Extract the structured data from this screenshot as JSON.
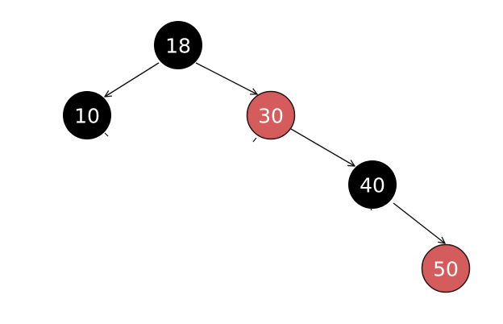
{
  "tree": {
    "colors": {
      "black": "#000000",
      "red": "#d45c5c",
      "red_stroke": "#2a1414",
      "label": "#ffffff",
      "edge": "#111111"
    },
    "nodes": [
      {
        "id": "n18",
        "label": "18",
        "color": "black"
      },
      {
        "id": "n10",
        "label": "10",
        "color": "black"
      },
      {
        "id": "n30",
        "label": "30",
        "color": "red"
      },
      {
        "id": "n40",
        "label": "40",
        "color": "black"
      },
      {
        "id": "n50",
        "label": "50",
        "color": "red"
      }
    ],
    "edges": [
      {
        "from": "n18",
        "to": "n10"
      },
      {
        "from": "n18",
        "to": "n30"
      },
      {
        "from": "n30",
        "to": "n40"
      },
      {
        "from": "n40",
        "to": "n50"
      }
    ]
  }
}
